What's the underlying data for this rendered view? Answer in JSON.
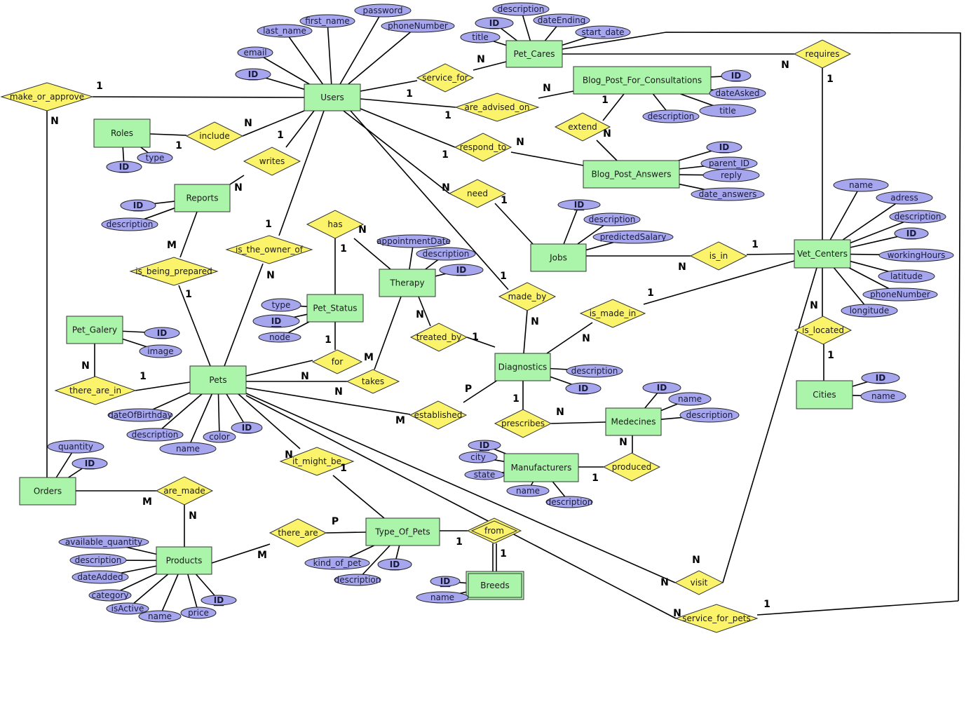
{
  "diagram": {
    "type": "entity-relationship",
    "colors": {
      "entity": "#aaf5aa",
      "relationship": "#fbf36a",
      "attribute": "#a6a6ee",
      "line": "#000000"
    },
    "entities": [
      {
        "id": "Users",
        "label": "Users"
      },
      {
        "id": "Roles",
        "label": "Roles"
      },
      {
        "id": "Reports",
        "label": "Reports"
      },
      {
        "id": "Pet_Cares",
        "label": "Pet_Cares"
      },
      {
        "id": "Blog_Post_For_Consultations",
        "label": "Blog_Post_For_Consultations"
      },
      {
        "id": "Blog_Post_Answers",
        "label": "Blog_Post_Answers"
      },
      {
        "id": "Jobs",
        "label": "Jobs"
      },
      {
        "id": "Vet_Centers",
        "label": "Vet_Centers"
      },
      {
        "id": "Cities",
        "label": "Cities"
      },
      {
        "id": "Therapy",
        "label": "Therapy"
      },
      {
        "id": "Pet_Status",
        "label": "Pet_Status"
      },
      {
        "id": "Pet_Galery",
        "label": "Pet_Galery"
      },
      {
        "id": "Pets",
        "label": "Pets"
      },
      {
        "id": "Diagnostics",
        "label": "Diagnostics"
      },
      {
        "id": "Medecines",
        "label": "Medecines"
      },
      {
        "id": "Manufacturers",
        "label": "Manufacturers"
      },
      {
        "id": "Orders",
        "label": "Orders"
      },
      {
        "id": "Products",
        "label": "Products"
      },
      {
        "id": "Type_Of_Pets",
        "label": "Type_Of_Pets"
      },
      {
        "id": "Breeds",
        "label": "Breeds",
        "weak": true
      }
    ],
    "relationships": [
      {
        "id": "make_or_approve",
        "label": "make_or_approve"
      },
      {
        "id": "include",
        "label": "include"
      },
      {
        "id": "writes",
        "label": "writes"
      },
      {
        "id": "service_for",
        "label": "service_for"
      },
      {
        "id": "are_advised_on",
        "label": "are_advised_on"
      },
      {
        "id": "extend",
        "label": "extend"
      },
      {
        "id": "respond_to",
        "label": "respond_to"
      },
      {
        "id": "requires",
        "label": "requires"
      },
      {
        "id": "need",
        "label": "need"
      },
      {
        "id": "is_in",
        "label": "is_in"
      },
      {
        "id": "has",
        "label": "has"
      },
      {
        "id": "is_the_owner_of",
        "label": "is_the_owner_of"
      },
      {
        "id": "is_being_prepared",
        "label": "is_being_prepared"
      },
      {
        "id": "made_by",
        "label": "made_by"
      },
      {
        "id": "is_made_in",
        "label": "is_made_in"
      },
      {
        "id": "is_located",
        "label": "is_located"
      },
      {
        "id": "treated_by",
        "label": "treated_by"
      },
      {
        "id": "for",
        "label": "for"
      },
      {
        "id": "takes",
        "label": "takes"
      },
      {
        "id": "there_are_in",
        "label": "there_are_in"
      },
      {
        "id": "established",
        "label": "established"
      },
      {
        "id": "prescribes",
        "label": "prescribes"
      },
      {
        "id": "produced",
        "label": "produced"
      },
      {
        "id": "it_might_be",
        "label": "it_might_be"
      },
      {
        "id": "are_made",
        "label": "are_made"
      },
      {
        "id": "there_are",
        "label": "there_are"
      },
      {
        "id": "from",
        "label": "from",
        "identifying": true
      },
      {
        "id": "visit",
        "label": "visit"
      },
      {
        "id": "service_for_pets",
        "label": "service_for_pets"
      }
    ],
    "attributes": [
      {
        "owner": "Users",
        "label": "ID",
        "key": true
      },
      {
        "owner": "Users",
        "label": "email"
      },
      {
        "owner": "Users",
        "label": "last_name"
      },
      {
        "owner": "Users",
        "label": "first_name"
      },
      {
        "owner": "Users",
        "label": "password"
      },
      {
        "owner": "Users",
        "label": "phoneNumber"
      },
      {
        "owner": "Roles",
        "label": "ID",
        "key": true
      },
      {
        "owner": "Roles",
        "label": "type"
      },
      {
        "owner": "Reports",
        "label": "ID",
        "key": true
      },
      {
        "owner": "Reports",
        "label": "description"
      },
      {
        "owner": "Pet_Cares",
        "label": "description"
      },
      {
        "owner": "Pet_Cares",
        "label": "ID",
        "key": true
      },
      {
        "owner": "Pet_Cares",
        "label": "dateEnding"
      },
      {
        "owner": "Pet_Cares",
        "label": "title"
      },
      {
        "owner": "Pet_Cares",
        "label": "start_date"
      },
      {
        "owner": "Blog_Post_For_Consultations",
        "label": "ID",
        "key": true
      },
      {
        "owner": "Blog_Post_For_Consultations",
        "label": "dateAsked"
      },
      {
        "owner": "Blog_Post_For_Consultations",
        "label": "description"
      },
      {
        "owner": "Blog_Post_For_Consultations",
        "label": "title"
      },
      {
        "owner": "Blog_Post_Answers",
        "label": "ID",
        "key": true
      },
      {
        "owner": "Blog_Post_Answers",
        "label": "parent_ID"
      },
      {
        "owner": "Blog_Post_Answers",
        "label": "reply"
      },
      {
        "owner": "Blog_Post_Answers",
        "label": "date_answers"
      },
      {
        "owner": "Jobs",
        "label": "ID",
        "key": true
      },
      {
        "owner": "Jobs",
        "label": "description"
      },
      {
        "owner": "Jobs",
        "label": "predictedSalary"
      },
      {
        "owner": "Vet_Centers",
        "label": "name"
      },
      {
        "owner": "Vet_Centers",
        "label": "adress"
      },
      {
        "owner": "Vet_Centers",
        "label": "description"
      },
      {
        "owner": "Vet_Centers",
        "label": "ID",
        "key": true
      },
      {
        "owner": "Vet_Centers",
        "label": "workingHours"
      },
      {
        "owner": "Vet_Centers",
        "label": "latitude"
      },
      {
        "owner": "Vet_Centers",
        "label": "phoneNumber"
      },
      {
        "owner": "Vet_Centers",
        "label": "longitude"
      },
      {
        "owner": "Cities",
        "label": "ID",
        "key": true
      },
      {
        "owner": "Cities",
        "label": "name"
      },
      {
        "owner": "Therapy",
        "label": "appointmentDate"
      },
      {
        "owner": "Therapy",
        "label": "description"
      },
      {
        "owner": "Therapy",
        "label": "ID",
        "key": true
      },
      {
        "owner": "Pet_Status",
        "label": "type"
      },
      {
        "owner": "Pet_Status",
        "label": "ID",
        "key": true
      },
      {
        "owner": "Pet_Status",
        "label": "node"
      },
      {
        "owner": "Pet_Galery",
        "label": "ID",
        "key": true
      },
      {
        "owner": "Pet_Galery",
        "label": "image"
      },
      {
        "owner": "Pets",
        "label": "dateOfBirthday"
      },
      {
        "owner": "Pets",
        "label": "description"
      },
      {
        "owner": "Pets",
        "label": "name"
      },
      {
        "owner": "Pets",
        "label": "color"
      },
      {
        "owner": "Pets",
        "label": "ID",
        "key": true
      },
      {
        "owner": "Diagnostics",
        "label": "description"
      },
      {
        "owner": "Diagnostics",
        "label": "ID",
        "key": true
      },
      {
        "owner": "Medecines",
        "label": "ID",
        "key": true
      },
      {
        "owner": "Medecines",
        "label": "name"
      },
      {
        "owner": "Medecines",
        "label": "description"
      },
      {
        "owner": "Manufacturers",
        "label": "ID",
        "key": true
      },
      {
        "owner": "Manufacturers",
        "label": "city"
      },
      {
        "owner": "Manufacturers",
        "label": "state"
      },
      {
        "owner": "Manufacturers",
        "label": "name"
      },
      {
        "owner": "Manufacturers",
        "label": "description"
      },
      {
        "owner": "Orders",
        "label": "quantity"
      },
      {
        "owner": "Orders",
        "label": "ID",
        "key": true
      },
      {
        "owner": "Products",
        "label": "available_quantity"
      },
      {
        "owner": "Products",
        "label": "description"
      },
      {
        "owner": "Products",
        "label": "dateAdded"
      },
      {
        "owner": "Products",
        "label": "category"
      },
      {
        "owner": "Products",
        "label": "isActive"
      },
      {
        "owner": "Products",
        "label": "name"
      },
      {
        "owner": "Products",
        "label": "price"
      },
      {
        "owner": "Products",
        "label": "ID",
        "key": true
      },
      {
        "owner": "Type_Of_Pets",
        "label": "kind_of_pet"
      },
      {
        "owner": "Type_Of_Pets",
        "label": "description"
      },
      {
        "owner": "Type_Of_Pets",
        "label": "ID",
        "key": true
      },
      {
        "owner": "Breeds",
        "label": "ID",
        "key": true
      },
      {
        "owner": "Breeds",
        "label": "name"
      }
    ],
    "links": [
      {
        "rel": "make_or_approve",
        "a": "Users",
        "a_card": "1",
        "b": "Orders",
        "b_card": "N"
      },
      {
        "rel": "include",
        "a": "Roles",
        "a_card": "1",
        "b": "Users",
        "b_card": "N"
      },
      {
        "rel": "writes",
        "a": "Users",
        "a_card": "1",
        "b": "Reports",
        "b_card": "N"
      },
      {
        "rel": "service_for",
        "a": "Users",
        "a_card": "1",
        "b": "Pet_Cares",
        "b_card": "N"
      },
      {
        "rel": "are_advised_on",
        "a": "Users",
        "a_card": "1",
        "b": "Blog_Post_For_Consultations",
        "b_card": "N"
      },
      {
        "rel": "extend",
        "a": "Blog_Post_For_Consultations",
        "a_card": "1",
        "b": "Blog_Post_Answers",
        "b_card": "N"
      },
      {
        "rel": "respond_to",
        "a": "Users",
        "a_card": "1",
        "b": "Blog_Post_Answers",
        "b_card": "N"
      },
      {
        "rel": "requires",
        "a": "Pet_Cares",
        "a_card": "N",
        "b": "Vet_Centers",
        "b_card": "1"
      },
      {
        "rel": "need",
        "a": "Users",
        "a_card": "N",
        "b": "Jobs",
        "b_card": "1"
      },
      {
        "rel": "is_in",
        "a": "Jobs",
        "a_card": "N",
        "b": "Vet_Centers",
        "b_card": "1"
      },
      {
        "rel": "has",
        "a": "Pet_Status",
        "a_card": "1",
        "b": "Therapy",
        "b_card": "N"
      },
      {
        "rel": "is_the_owner_of",
        "a": "Users",
        "a_card": "1",
        "b": "Pets",
        "b_card": "N"
      },
      {
        "rel": "is_being_prepared",
        "a": "Reports",
        "a_card": "M",
        "b": "Pets",
        "b_card": "1"
      },
      {
        "rel": "made_by",
        "a": "Users",
        "a_card": "1",
        "b": "Diagnostics",
        "b_card": "N"
      },
      {
        "rel": "is_made_in",
        "a": "Vet_Centers",
        "a_card": "1",
        "b": "Diagnostics",
        "b_card": "N"
      },
      {
        "rel": "is_located",
        "a": "Vet_Centers",
        "a_card": "N",
        "b": "Cities",
        "b_card": "1"
      },
      {
        "rel": "treated_by",
        "a": "Therapy",
        "a_card": "N",
        "b": "Diagnostics",
        "b_card": "1"
      },
      {
        "rel": "for",
        "a": "Pet_Status",
        "a_card": "1",
        "b": "Pets",
        "b_card": "M"
      },
      {
        "rel": "takes",
        "a": "Pets",
        "a_card": "N",
        "b": "Therapy",
        "b_card": ""
      },
      {
        "rel": "there_are_in",
        "a": "Pet_Galery",
        "a_card": "N",
        "b": "Pets",
        "b_card": "1"
      },
      {
        "rel": "established",
        "a": "Pets",
        "a_card": "N",
        "b": "Diagnostics",
        "b_card": "P",
        "extra_card": "M"
      },
      {
        "rel": "prescribes",
        "a": "Diagnostics",
        "a_card": "1",
        "b": "Medecines",
        "b_card": "N"
      },
      {
        "rel": "produced",
        "a": "Manufacturers",
        "a_card": "1",
        "b": "Medecines",
        "b_card": "N"
      },
      {
        "rel": "it_might_be",
        "a": "Pets",
        "a_card": "N",
        "b": "Type_Of_Pets",
        "b_card": "1"
      },
      {
        "rel": "are_made",
        "a": "Orders",
        "a_card": "M",
        "b": "Products",
        "b_card": "N"
      },
      {
        "rel": "there_are",
        "a": "Products",
        "a_card": "M",
        "b": "Type_Of_Pets",
        "b_card": "P"
      },
      {
        "rel": "from",
        "a": "Type_Of_Pets",
        "a_card": "1",
        "b": "Breeds",
        "b_card": "1"
      },
      {
        "rel": "visit",
        "a": "Pets",
        "a_card": "N",
        "b": "Vet_Centers",
        "b_card": "N"
      },
      {
        "rel": "service_for_pets",
        "a": "Pets",
        "a_card": "N",
        "b": "Vet_Centers",
        "b_card": "1"
      }
    ]
  }
}
